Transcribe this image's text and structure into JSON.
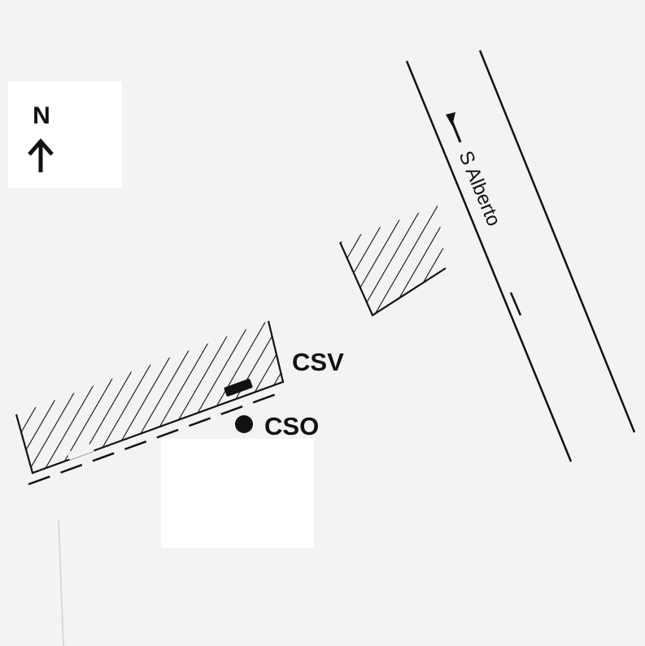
{
  "compass": {
    "letter": "N",
    "icon": "north-arrow-icon"
  },
  "street": {
    "name": "S Alberto"
  },
  "markers": {
    "csv": {
      "label": "CSV",
      "icon": "csv-block-icon"
    },
    "cso": {
      "label": "CSO",
      "icon": "cso-dot-icon"
    }
  },
  "colors": {
    "background": "#f3f3f3",
    "ink": "#111111",
    "paper_patch": "#ffffff"
  }
}
